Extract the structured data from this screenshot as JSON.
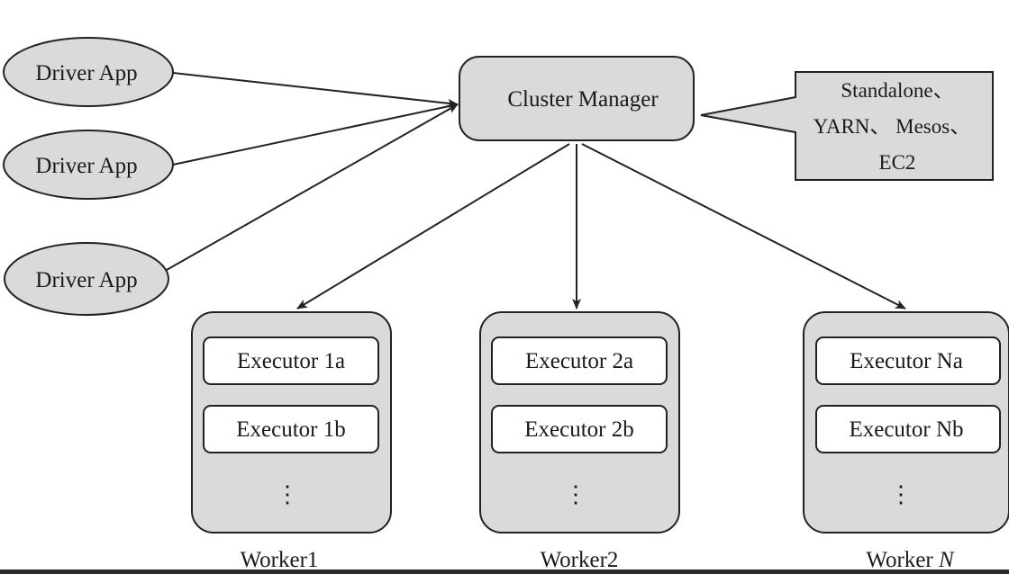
{
  "drivers": [
    {
      "label": "Driver App"
    },
    {
      "label": "Driver App"
    },
    {
      "label": "Driver App"
    }
  ],
  "cluster_manager": {
    "label": "Cluster Manager"
  },
  "callout": {
    "lines": [
      "Standalone、",
      "YARN、 Mesos、",
      "EC2"
    ]
  },
  "workers": [
    {
      "name": "Worker1",
      "name_italic": "",
      "executors": [
        "Executor 1a",
        "Executor 1b"
      ],
      "ellipsis": "⋮"
    },
    {
      "name": "Worker2",
      "name_italic": "",
      "executors": [
        "Executor 2a",
        "Executor 2b"
      ],
      "ellipsis": "⋮"
    },
    {
      "name": "Worker ",
      "name_italic": "N",
      "executors": [
        "Executor Na",
        "Executor Nb"
      ],
      "ellipsis": "⋮"
    }
  ],
  "colors": {
    "node_fill": "#dadada",
    "stroke": "#222222",
    "box_fill": "#ffffff"
  }
}
